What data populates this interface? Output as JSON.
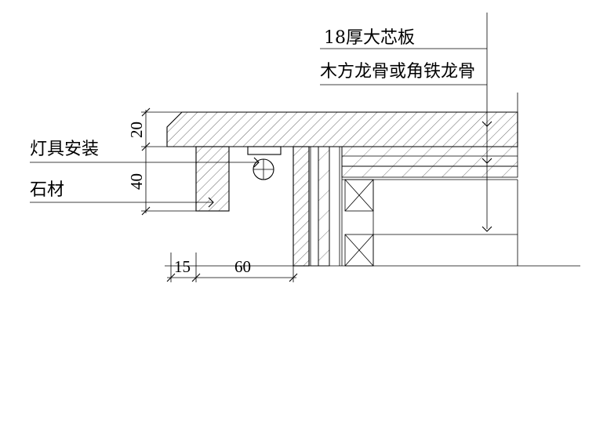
{
  "labels": {
    "core_board": "18厚大芯板",
    "keel": "木方龙骨或角铁龙骨",
    "lamp_install": "灯具安装",
    "stone": "石材"
  },
  "dimensions": {
    "d20": "20",
    "d40": "40",
    "d15": "15",
    "d60": "60"
  }
}
